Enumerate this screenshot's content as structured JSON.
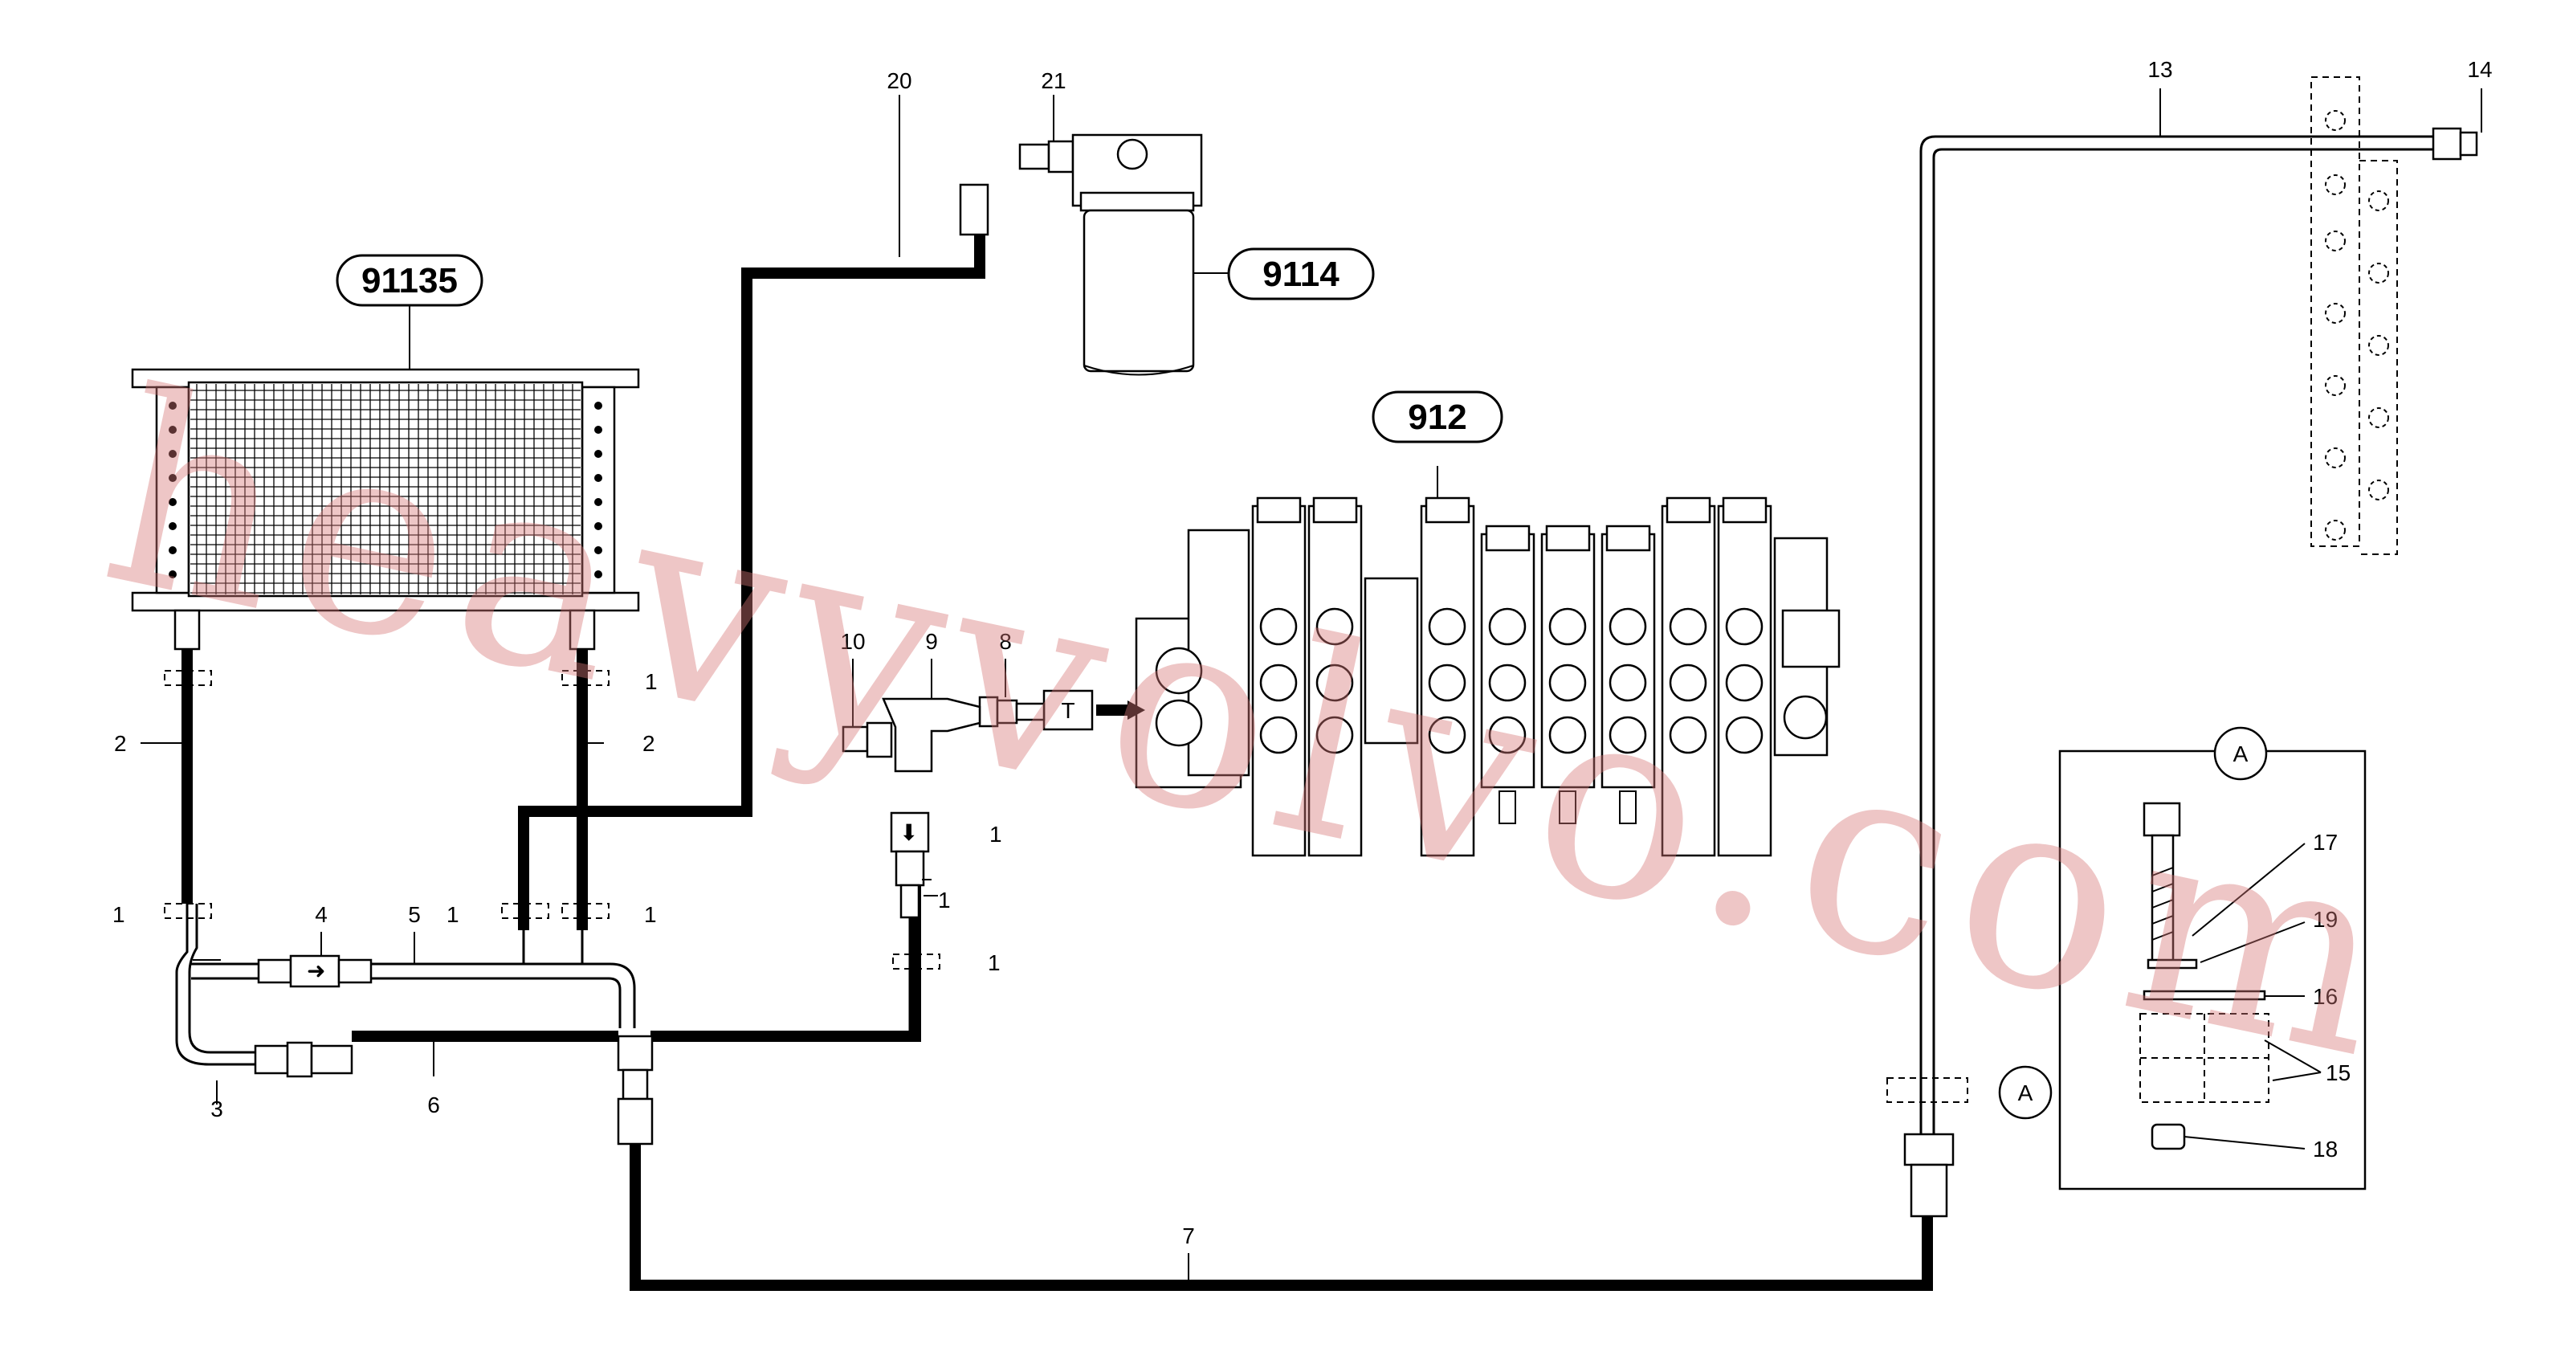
{
  "diagram": {
    "assemblies": {
      "oil_cooler": "91135",
      "filter": "9114",
      "control_valve": "912"
    },
    "callouts": {
      "p1": "1",
      "p2": "2",
      "p3": "3",
      "p4": "4",
      "p5": "5",
      "p6": "6",
      "p7": "7",
      "p8": "8",
      "p9": "9",
      "p10": "10",
      "p13": "13",
      "p14": "14",
      "p15": "15",
      "p16": "16",
      "p17": "17",
      "p18": "18",
      "p19": "19",
      "p20": "20",
      "p21": "21"
    },
    "port_label": "T",
    "detail_label": "A"
  },
  "watermark": "heavyvolvo.com"
}
